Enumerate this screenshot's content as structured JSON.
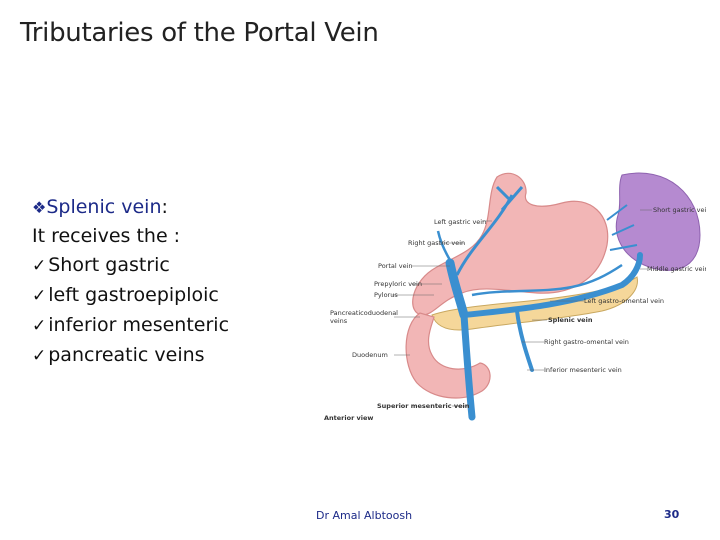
{
  "title": "Tributaries of the Portal Vein",
  "heading": {
    "bullet_icon": "diamond-bullet-icon",
    "label": "Splenic vein",
    "colon": ":"
  },
  "intro": "It receives the :",
  "items": [
    {
      "icon": "checkmark-icon",
      "text": "Short gastric"
    },
    {
      "icon": "checkmark-icon",
      "text": "left gastroepiploic"
    },
    {
      "icon": "checkmark-icon",
      "text": "inferior mesenteric"
    },
    {
      "icon": "checkmark-icon",
      "text": "pancreatic veins"
    }
  ],
  "figure_labels": {
    "left_gastric": "Left gastric vein",
    "right_gastric": "Right gastric vein",
    "portal": "Portal vein",
    "prepyloric": "Prepyloric vein",
    "pylorus": "Pylorus",
    "pancreaticoduodenal_1": "Pancreaticoduodenal",
    "pancreaticoduodenal_2": "veins",
    "duodenum": "Duodenum",
    "superior_mesenteric": "Superior mesenteric vein",
    "anterior_view": "Anterior view",
    "short_gastric": "Short gastric vein",
    "middle_gastric": "Middle gastric vein",
    "left_gastro_omental": "Left gastro-omental vein",
    "splenic": "Splenic vein",
    "right_gastro_omental": "Right gastro-omental vein",
    "inferior_mesenteric": "Inferior mesenteric vein"
  },
  "colors": {
    "heading": "#1c2a88",
    "vein": "#3a8fd0",
    "stomach": "#f2b6b6",
    "spleen": "#b58ad0"
  },
  "footer": {
    "author": "Dr Amal Albtoosh",
    "page": "30"
  }
}
